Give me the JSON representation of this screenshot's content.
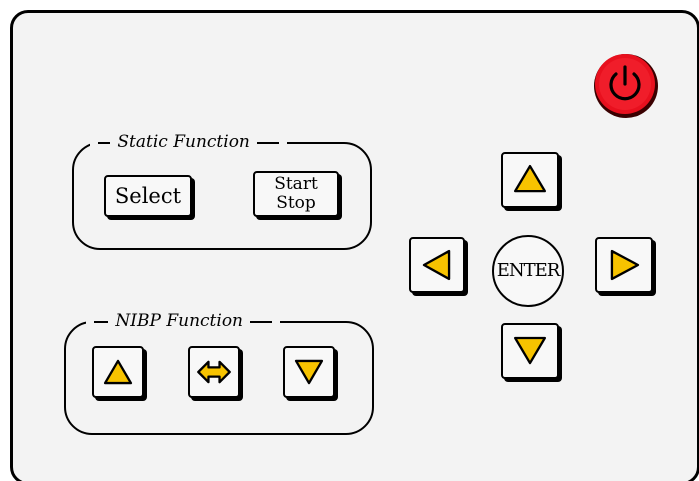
{
  "panel": {
    "static_function": {
      "title": "Static Function",
      "select_label": "Select",
      "start_label": "Start",
      "stop_label": "Stop"
    },
    "nibp_function": {
      "title": "NIBP Function",
      "buttons": [
        "up-arrow",
        "left-right-arrow",
        "down-arrow"
      ]
    },
    "navigation": {
      "enter_label": "ENTER",
      "buttons": [
        "up-arrow",
        "left-arrow",
        "right-arrow",
        "down-arrow"
      ]
    },
    "power": {
      "icon": "power-icon"
    }
  },
  "colors": {
    "arrow_fill": "#f7c300",
    "power_fill": "#e8101e",
    "panel_background": "#f3f3f3",
    "outline": "#000000"
  }
}
